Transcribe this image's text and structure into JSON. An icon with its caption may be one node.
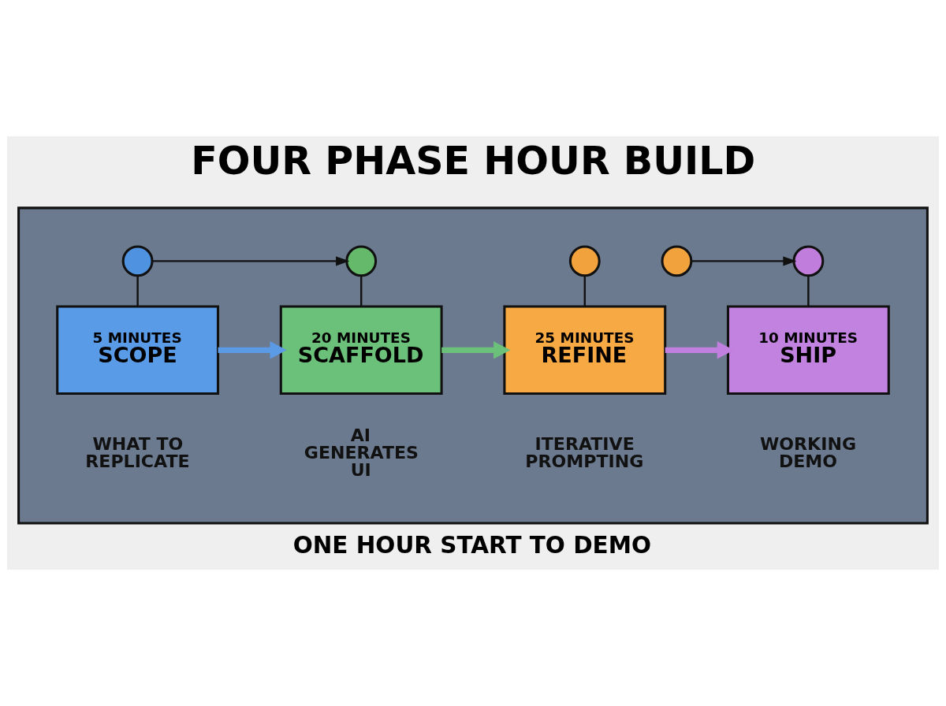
{
  "diagram": {
    "title": "FOUR PHASE HOUR BUILD",
    "caption": "ONE HOUR START TO DEMO",
    "nodes": [
      {
        "text": [],
        "shape": "box"
      },
      {
        "text": [],
        "shape": "circle",
        "in": 0
      },
      {
        "text": [],
        "shape": "circle",
        "in": 0
      },
      {
        "text": [],
        "shape": "circle",
        "in": 0
      },
      {
        "text": [],
        "shape": "circle",
        "in": 0
      },
      {
        "text": [],
        "shape": "circle",
        "in": 0
      },
      {
        "text": [
          "5 MINUTES",
          "SCOPE"
        ],
        "beside": [
          "WHAT TO REPLICATE"
        ],
        "in": 0
      },
      {
        "text": [
          "20 MINUTES",
          "SCAFFOLD"
        ],
        "beside": [
          "AI GENERATES UI"
        ],
        "in": 0
      },
      {
        "text": [
          "25 MINUTES",
          "REFINE"
        ],
        "beside": [
          "ITERATIVE PROMPTING"
        ],
        "in": 0
      },
      {
        "text": [
          "10 MINUTES",
          "SHIP"
        ],
        "beside": [
          "WORKING DEMO"
        ],
        "in": 0
      }
    ],
    "edges": [
      {
        "from": 1,
        "to": 2,
        "arrow": "to"
      },
      {
        "from": 1,
        "to": 6,
        "arrow": "none"
      },
      {
        "from": 2,
        "to": 7,
        "arrow": "none"
      },
      {
        "from": 3,
        "to": 8,
        "arrow": "none"
      },
      {
        "from": 4,
        "to": 5,
        "arrow": "to"
      },
      {
        "from": 5,
        "to": 9,
        "arrow": "none"
      },
      {
        "from": 6,
        "to": 7,
        "arrow": "to",
        "style": "thick",
        "color": "#5b9be6"
      },
      {
        "from": 7,
        "to": 8,
        "arrow": "to",
        "style": "thick",
        "color": "#6cc17a"
      },
      {
        "from": 8,
        "to": 9,
        "arrow": "to",
        "style": "thick",
        "color": "#c17fdf"
      }
    ]
  }
}
